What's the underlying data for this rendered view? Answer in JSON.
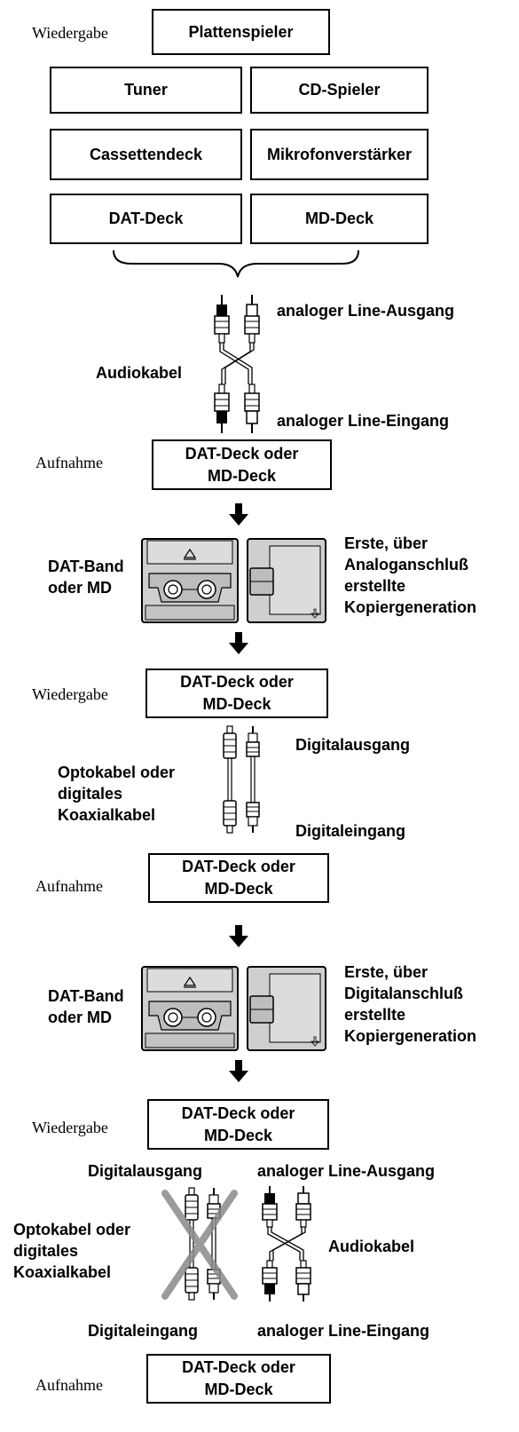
{
  "role_labels": {
    "playback_1": "Wiedergabe",
    "record_1": "Aufnahme",
    "playback_2": "Wiedergabe",
    "record_2": "Aufnahme",
    "playback_3": "Wiedergabe",
    "record_3": "Aufnahme"
  },
  "sources": {
    "turntable": "Plattenspieler",
    "tuner": "Tuner",
    "cd_player": "CD-Spieler",
    "cassette_deck": "Cassettendeck",
    "mic_amp": "Mikrofonverstärker",
    "dat_deck": "DAT-Deck",
    "md_deck": "MD-Deck"
  },
  "decks": {
    "record_1": "DAT-Deck oder\nMD-Deck",
    "playback_2": "DAT-Deck oder\nMD-Deck",
    "record_2": "DAT-Deck oder\nMD-Deck",
    "playback_3": "DAT-Deck oder\nMD-Deck",
    "record_3": "DAT-Deck oder\nMD-Deck"
  },
  "connections": {
    "analog_out_1": "analoger Line-Ausgang",
    "audio_cable_1": "Audiokabel",
    "analog_in_1": "analoger Line-Eingang",
    "digital_out_2": "Digitalausgang",
    "optical_cable_2": "Optokabel oder\ndigitales\nKoaxialkabel",
    "digital_in_2": "Digitaleingang",
    "digital_out_3": "Digitalausgang",
    "analog_out_3": "analoger Line-Ausgang",
    "optical_cable_3": "Optokabel oder\ndigitales\nKoaxialkabel",
    "audio_cable_3": "Audiokabel",
    "digital_in_3": "Digitaleingang",
    "analog_in_3": "analoger Line-Eingang"
  },
  "media": {
    "media_label_1": "DAT-Band\noder MD",
    "generation_1": "Erste, über\nAnaloganschluß\nerstellte\nKopiergeneration",
    "media_label_2": "DAT-Band\noder MD",
    "generation_2": "Erste, über\nDigitalanschluß\nerstellte\nKopiergeneration"
  },
  "icons": {
    "flow_arrow": "down-arrow-icon",
    "rca_plug": "rca-plug-icon",
    "optical_plug": "optical-plug-icon",
    "dat_tape": "dat-cassette-icon",
    "minidisc": "minidisc-icon",
    "prohibited": "x-mark-icon"
  },
  "colors": {
    "line": "#000000",
    "media_fill": "#cfcfcf",
    "prohibited_x": "#8a8a8a"
  }
}
